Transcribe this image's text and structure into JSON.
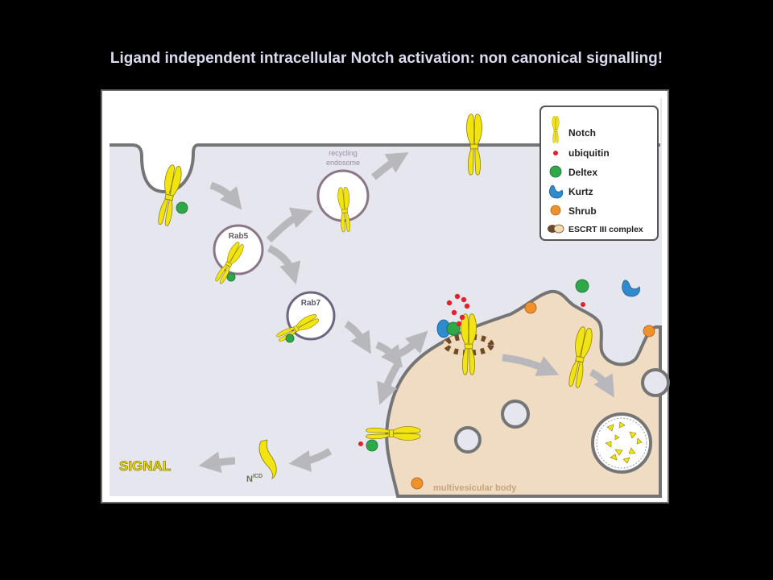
{
  "title": "Ligand independent intracellular Notch activation: non canonical signalling!",
  "diagram": {
    "labels": {
      "rab5": "Rab5",
      "rab7": "Rab7",
      "recycling_line1": "recycling",
      "recycling_line2": "endosome",
      "signal": "SIGNAL",
      "nicd_main": "N",
      "nicd_sup": "ICD",
      "mvb": "multivesicular body"
    },
    "legend": [
      {
        "key": "notch",
        "label": "Notch"
      },
      {
        "key": "ubiquitin",
        "label": "ubiquitin"
      },
      {
        "key": "deltex",
        "label": "Deltex"
      },
      {
        "key": "kurtz",
        "label": "Kurtz"
      },
      {
        "key": "shrub",
        "label": "Shrub"
      },
      {
        "key": "escrt",
        "label": "ESCRT III complex"
      }
    ],
    "colors": {
      "notch": "#f2e312",
      "ubiquitin": "#e0232b",
      "deltex": "#2fa84a",
      "kurtz": "#2e8bd0",
      "shrub": "#f0912b",
      "escrt_dark": "#6b4a2e",
      "escrt_light": "#f2dab3",
      "cytoplasm": "#e6e6ee",
      "mvb_fill": "#efdcc2",
      "arrow": "#b8b8bc",
      "membrane": "#757575",
      "signal_text": "#f2e312"
    }
  }
}
